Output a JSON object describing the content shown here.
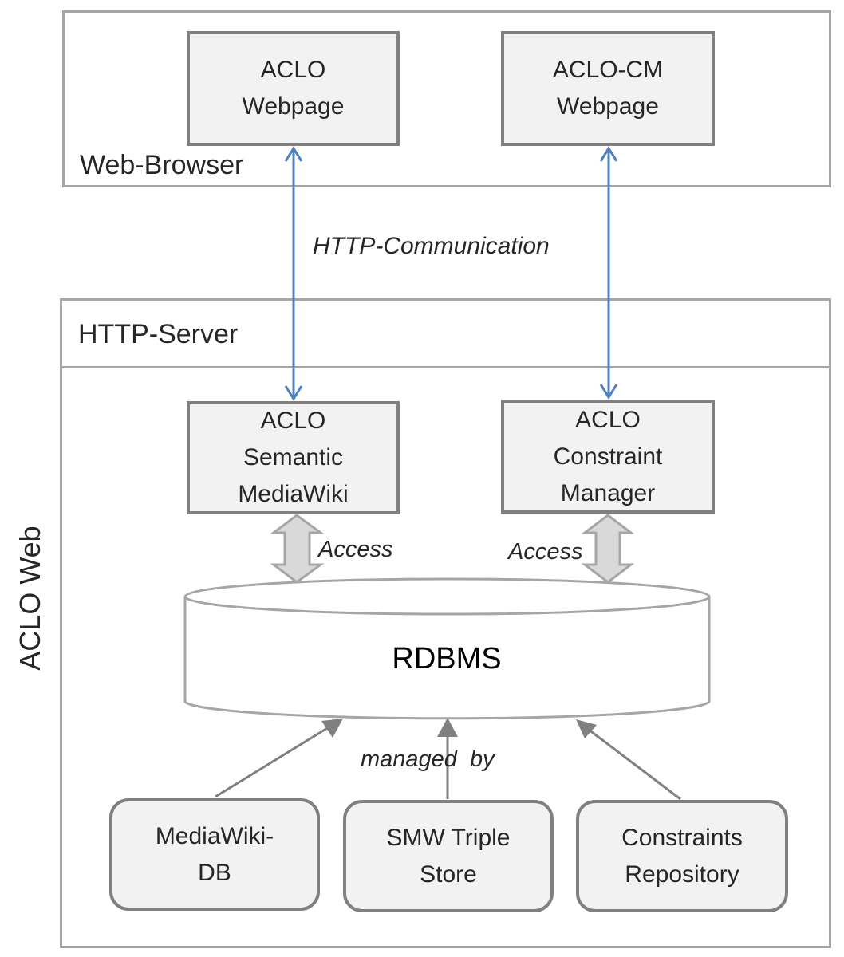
{
  "diagram": {
    "title_vertical": "ACLO Web",
    "browser": {
      "label": "Web-Browser",
      "components": [
        {
          "lines": [
            "ACLO",
            "Webpage"
          ]
        },
        {
          "lines": [
            "ACLO-CM",
            "Webpage"
          ]
        }
      ]
    },
    "communication_label": "HTTP-Communication",
    "server": {
      "label": "HTTP-Server",
      "components": [
        {
          "lines": [
            "ACLO",
            "Semantic",
            "MediaWiki"
          ]
        },
        {
          "lines": [
            "ACLO",
            "Constraint",
            "Manager"
          ]
        }
      ],
      "access_labels": [
        "Access",
        "Access"
      ],
      "database": "RDBMS",
      "managed_by_label": "managed  by",
      "stores": [
        {
          "lines": [
            "MediaWiki-",
            "DB"
          ]
        },
        {
          "lines": [
            "SMW Triple",
            "Store"
          ]
        },
        {
          "lines": [
            "Constraints",
            "Repository"
          ]
        }
      ]
    },
    "colors": {
      "http_arrow": "#4f81bd",
      "frame_border": "#a6a6a6",
      "box_border": "#808080",
      "box_fill": "#f2f2f2",
      "access_arrow_fill": "#d9d9d9",
      "managed_arrow": "#808080"
    }
  }
}
